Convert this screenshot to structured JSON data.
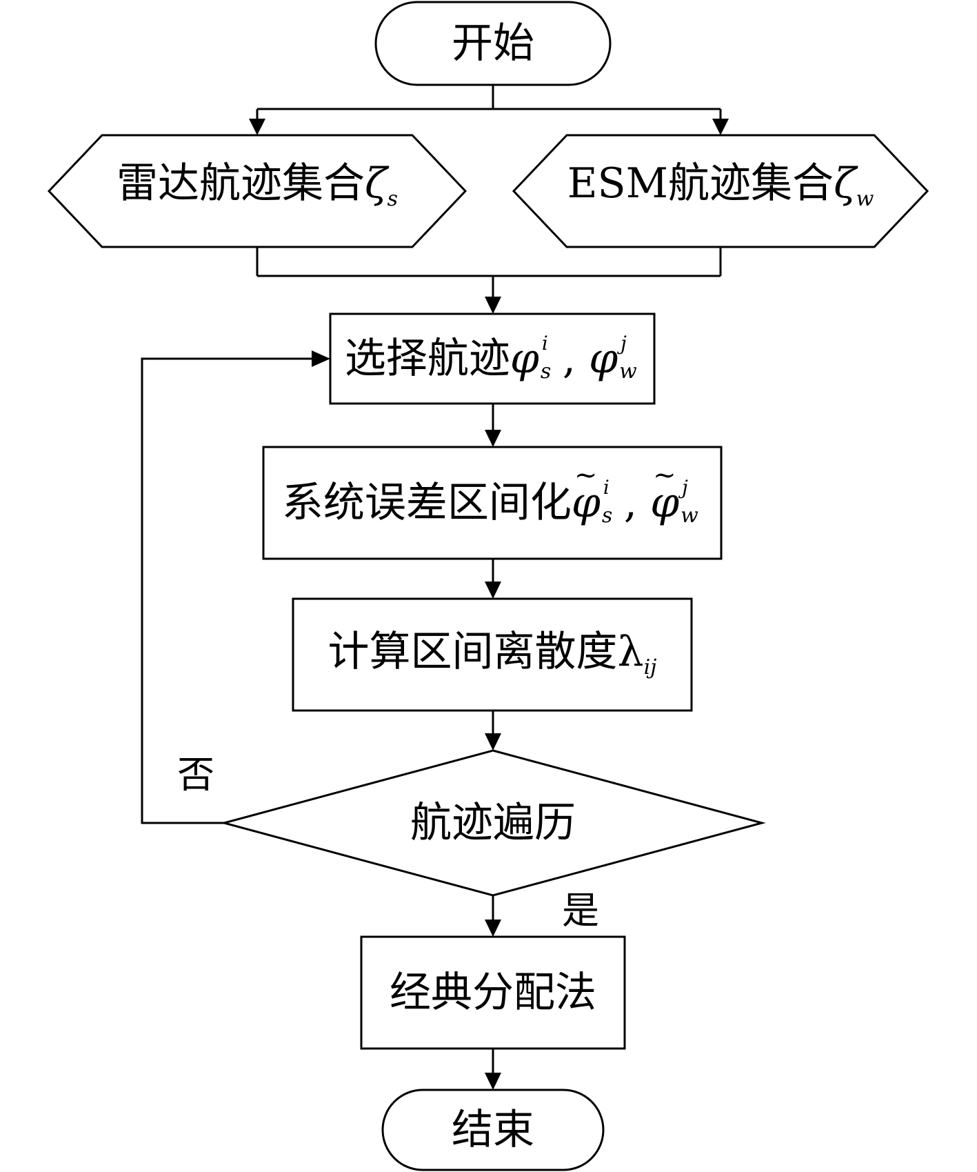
{
  "nodes": {
    "start": {
      "text": "开始"
    },
    "radar_set": {
      "text": "雷达航迹集合",
      "symbol": "ζ",
      "subscript": "s"
    },
    "esm_set": {
      "text": "ESM航迹集合",
      "symbol": "ζ",
      "subscript": "w"
    },
    "select_track": {
      "text": "选择航迹",
      "symbol": "φ",
      "sub1": "s",
      "sup1": "i",
      "sep": ",",
      "sub2": "w",
      "sup2": "j"
    },
    "interval": {
      "text": "系统误差区间化",
      "symbol": "φ",
      "sub1": "s",
      "sup1": "i",
      "sep": ",",
      "sub2": "w",
      "sup2": "j"
    },
    "dispersion": {
      "text": "计算区间离散度",
      "symbol": "λ",
      "subscript": "ij"
    },
    "traverse": {
      "text": "航迹遍历"
    },
    "assign": {
      "text": "经典分配法"
    },
    "end": {
      "text": "结束"
    }
  },
  "edges": {
    "no_label": "否",
    "yes_label": "是"
  }
}
